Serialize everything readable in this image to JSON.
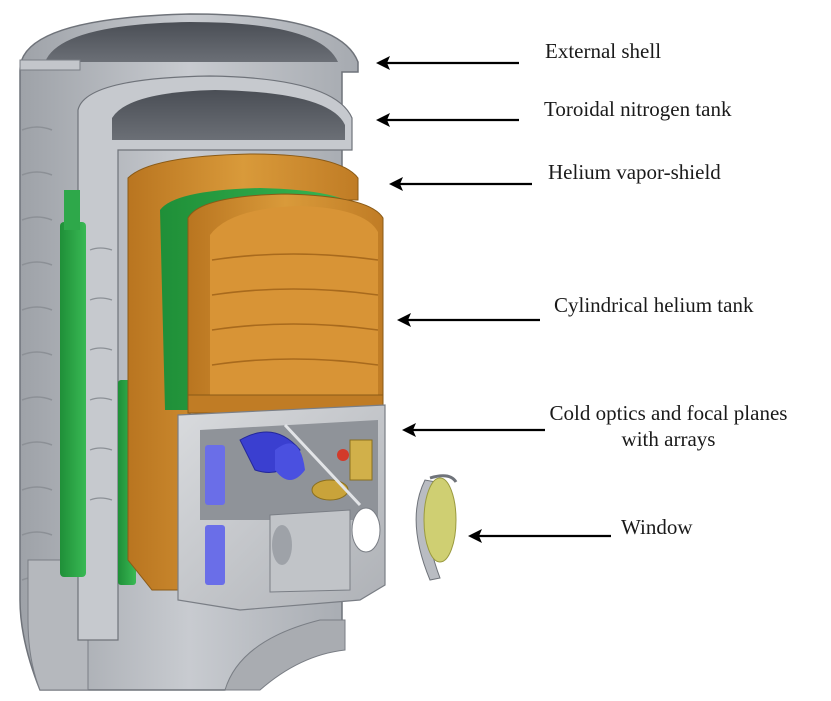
{
  "labels": {
    "external_shell": "External shell",
    "toroidal_nitrogen_tank": "Toroidal nitrogen tank",
    "helium_vapor_shield": "Helium vapor-shield",
    "cylindrical_helium_tank": "Cylindrical helium tank",
    "cold_optics_line1": "Cold optics and focal planes",
    "cold_optics_line2": "with arrays",
    "window": "Window"
  },
  "colors": {
    "shell_gray": "#b9bcc2",
    "shell_dark": "#5b5f66",
    "nitrogen_green": "#2ea84a",
    "helium_orange": "#cf8a2a",
    "optics_blue": "#3a3fd0",
    "optics_gold": "#c9a33a",
    "window_yellow": "#cfcf72"
  },
  "icons": {
    "pointer": "arrow-left-icon"
  }
}
